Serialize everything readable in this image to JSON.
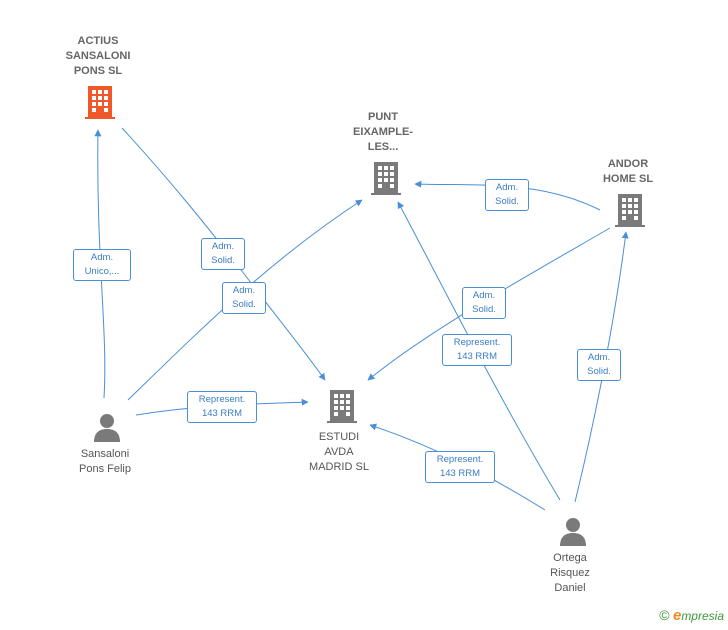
{
  "nodes": {
    "actius": {
      "label": "ACTIUS\nSANSALONI\nPONS  SL",
      "type": "company",
      "color": "#f0582a"
    },
    "punt": {
      "label": "PUNT\nEIXAMPLE-\nLES...",
      "type": "company",
      "color": "#7a7a7a"
    },
    "andor": {
      "label": "ANDOR\nHOME  SL",
      "type": "company",
      "color": "#7a7a7a"
    },
    "estudi": {
      "label": "ESTUDI\nAVDA\nMADRID SL",
      "type": "company",
      "color": "#7a7a7a"
    },
    "sansaloni": {
      "label": "Sansaloni\nPons Felip",
      "type": "person",
      "color": "#7a7a7a"
    },
    "ortega": {
      "label": "Ortega\nRisquez\nDaniel",
      "type": "person",
      "color": "#7a7a7a"
    }
  },
  "edge_labels": {
    "e1": "Adm.\nUnico,...",
    "e2": "Adm.\nSolid.",
    "e3": "Adm.\nSolid.",
    "e4": "Adm.\nSolid.",
    "e5": "Adm.\nSolid.",
    "e6": "Represent.\n143 RRM",
    "e7": "Represent.\n143 RRM",
    "e8": "Represent.\n143 RRM",
    "e9": "Adm.\nSolid."
  },
  "colors": {
    "edge": "#4a8fd6",
    "brand_green": "#3a9a3a",
    "brand_orange": "#f08a1c"
  },
  "brand": {
    "copyright": "©",
    "e_letter": "e",
    "text": "mpresia"
  }
}
